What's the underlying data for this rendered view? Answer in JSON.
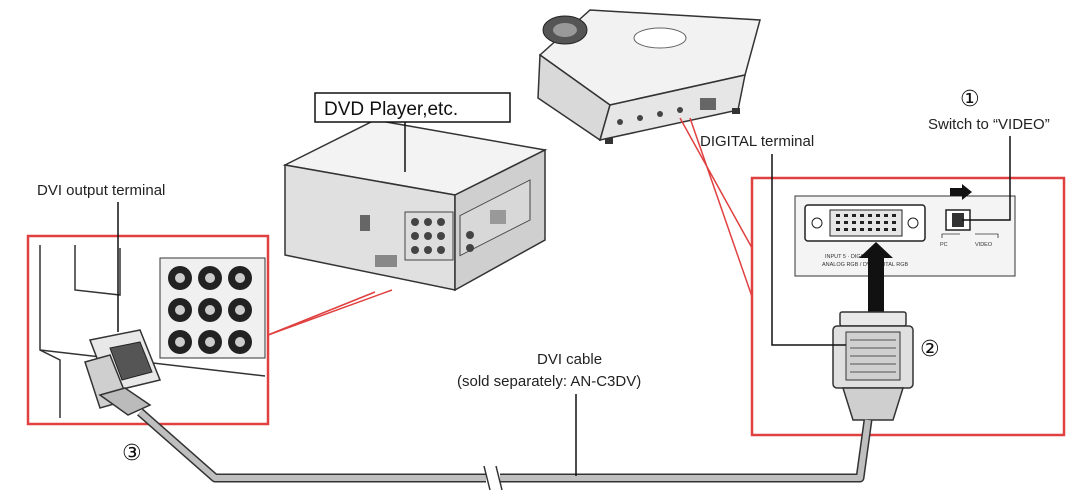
{
  "labels": {
    "dvd_player": "DVD Player,etc.",
    "dvi_output_terminal": "DVI output terminal",
    "digital_terminal": "DIGITAL terminal",
    "switch_to_video": "Switch to “VIDEO”",
    "dvi_cable": "DVI cable",
    "sold_separately": "(sold separately: AN-C3DV)"
  },
  "steps": [
    "①",
    "②",
    "③"
  ],
  "panel": {
    "pc": "PC",
    "video": "VIDEO",
    "input_line1": "INPUT 5 · DIGITAL",
    "input_line2": "ANALOG RGB / DVI-DIGITAL RGB"
  },
  "colors": {
    "callout_border": "#e04040",
    "line": "#222222",
    "device_gray": "#d8d8d8",
    "cable_gray": "#bfbfbf"
  }
}
